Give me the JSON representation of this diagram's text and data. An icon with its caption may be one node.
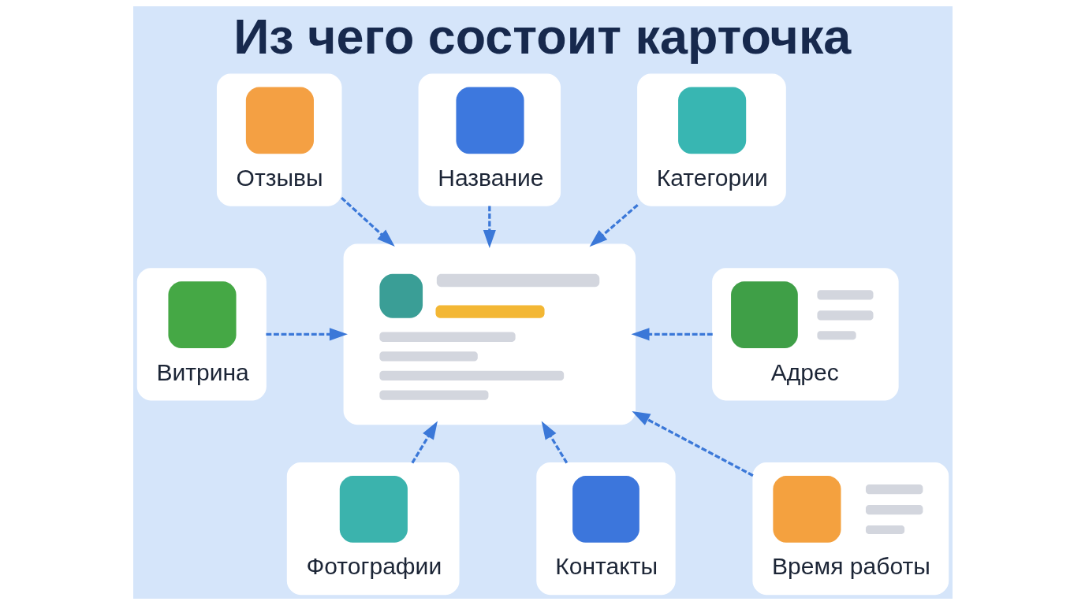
{
  "diagram": {
    "title": "Из чего состоит карточка",
    "nodes": [
      {
        "text": [
          "Отзывы"
        ]
      },
      {
        "text": [
          "Название"
        ]
      },
      {
        "text": [
          "Категории"
        ]
      },
      {
        "text": [
          "Витрина"
        ]
      },
      {
        "text": [],
        "shape": "box"
      },
      {
        "text": [
          "Адрес"
        ]
      },
      {
        "text": [
          "Фотографии"
        ]
      },
      {
        "text": [
          "Контакты"
        ]
      },
      {
        "text": [
          "Время работы"
        ]
      }
    ],
    "edges": [
      {
        "from": 0,
        "to": 4,
        "arrow": "to",
        "style": "dashed"
      },
      {
        "from": 1,
        "to": 4,
        "arrow": "to",
        "style": "dashed"
      },
      {
        "from": 2,
        "to": 4,
        "arrow": "to",
        "style": "dashed"
      },
      {
        "from": 3,
        "to": 4,
        "arrow": "to",
        "style": "dashed"
      },
      {
        "from": 5,
        "to": 4,
        "arrow": "to",
        "style": "dashed"
      },
      {
        "from": 6,
        "to": 4,
        "arrow": "to",
        "style": "dashed"
      },
      {
        "from": 7,
        "to": 4,
        "arrow": "to",
        "style": "dashed"
      },
      {
        "from": 8,
        "to": 4,
        "arrow": "to",
        "style": "dashed"
      }
    ]
  }
}
